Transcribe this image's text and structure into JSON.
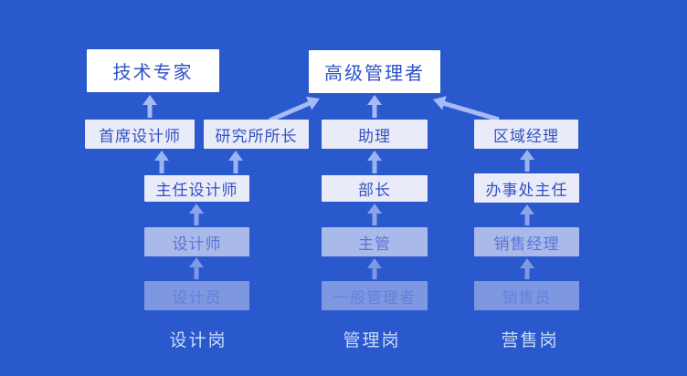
{
  "colors": {
    "background": "#2A59CD",
    "top_box_bg": "#FFFFFF",
    "top_box_text": "#2C52C9",
    "box_bg_high": "#E9EBF9",
    "box_text_high": "#3352BF",
    "box_bg_mid": "#A9B9E9",
    "box_text_mid": "#5A74D7",
    "box_bg_low": "#7E97E1",
    "box_text_low": "#6480DC",
    "arrow_tier1": "#A6BBF5",
    "arrow_tier2": "#9CB3F1",
    "arrow_tier3": "#8BA4EA",
    "arrow_tier4": "#7E98E4",
    "column_label_text": "#CCDAF8"
  },
  "nodes": {
    "tech_expert": "技术专家",
    "senior_manager": "高级管理者",
    "chief_designer": "首席设计师",
    "institute_director": "研究所所长",
    "assistant": "助理",
    "regional_manager": "区域经理",
    "director_designer": "主任设计师",
    "minister": "部长",
    "office_director": "办事处主任",
    "designer": "设计师",
    "supervisor": "主管",
    "sales_manager": "销售经理",
    "junior_designer": "设计员",
    "general_manager": "一般管理者",
    "salesperson": "销售员"
  },
  "column_labels": {
    "design": "设计岗",
    "management": "管理岗",
    "sales": "营售岗"
  },
  "edges": [
    {
      "from": "junior_designer",
      "to": "designer"
    },
    {
      "from": "designer",
      "to": "director_designer"
    },
    {
      "from": "director_designer",
      "to": "chief_designer"
    },
    {
      "from": "director_designer",
      "to": "institute_director"
    },
    {
      "from": "chief_designer",
      "to": "tech_expert"
    },
    {
      "from": "institute_director",
      "to": "senior_manager"
    },
    {
      "from": "general_manager",
      "to": "supervisor"
    },
    {
      "from": "supervisor",
      "to": "minister"
    },
    {
      "from": "minister",
      "to": "assistant"
    },
    {
      "from": "assistant",
      "to": "senior_manager"
    },
    {
      "from": "salesperson",
      "to": "sales_manager"
    },
    {
      "from": "sales_manager",
      "to": "office_director"
    },
    {
      "from": "office_director",
      "to": "regional_manager"
    },
    {
      "from": "regional_manager",
      "to": "senior_manager"
    }
  ]
}
